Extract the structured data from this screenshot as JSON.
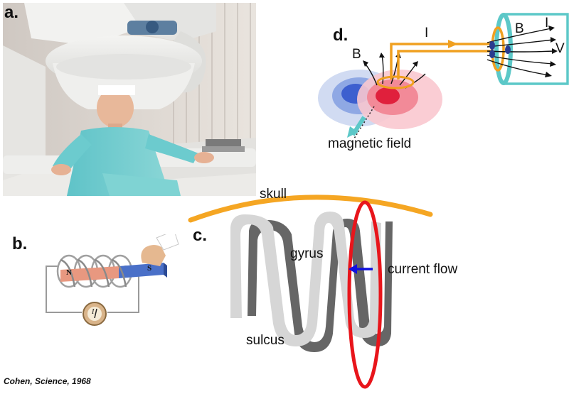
{
  "panels": {
    "a": {
      "label": "a."
    },
    "b": {
      "label": "b.",
      "magnet_north": "N",
      "magnet_south": "S",
      "meter_symbol": "I"
    },
    "c": {
      "label": "c.",
      "skull": "skull",
      "gyrus": "gyrus",
      "sulcus": "sulcus",
      "current_flow": "current flow"
    },
    "d": {
      "label": "d.",
      "current": "I",
      "field_left": "B",
      "field_right": "B",
      "current_right": "I",
      "voltage": "V",
      "magnetic_field": "magnetic field"
    }
  },
  "citation": "Cohen, Science, 1968",
  "colors": {
    "skull": "#f5a623",
    "coil": "#e8151b",
    "arrow": "#1010e0",
    "sulcus_dark": "#666666",
    "gyrus_light": "#d6d6d6",
    "orange_wire": "#f0a020",
    "cyan_circuit": "#5cc8c8"
  }
}
